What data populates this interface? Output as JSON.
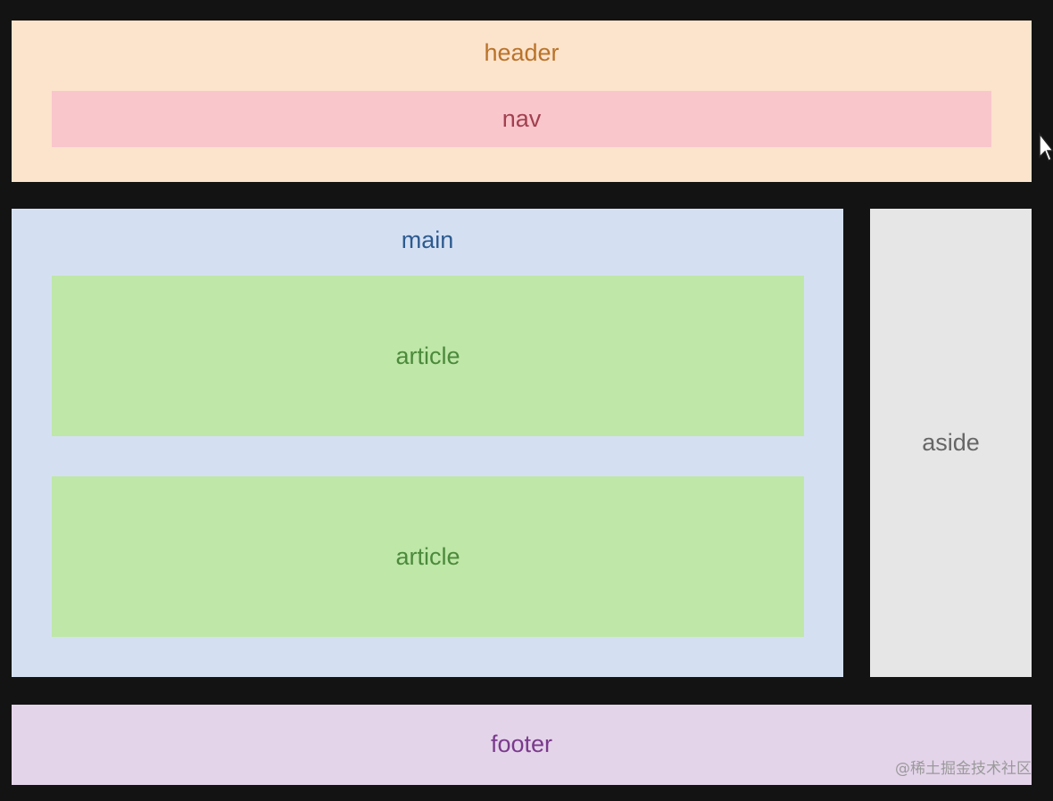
{
  "header": {
    "label": "header",
    "color": "#fce3cc"
  },
  "nav": {
    "label": "nav",
    "color": "#f9c6cc"
  },
  "main": {
    "label": "main",
    "color": "#d4e0f2",
    "articles": [
      {
        "label": "article"
      },
      {
        "label": "article"
      }
    ]
  },
  "aside": {
    "label": "aside",
    "color": "#e6e6e6"
  },
  "footer": {
    "label": "footer",
    "color": "#e4d4ea"
  },
  "watermark": {
    "text": "@稀土掘金技术社区"
  },
  "cursor": {
    "icon": "mouse-pointer-icon"
  }
}
